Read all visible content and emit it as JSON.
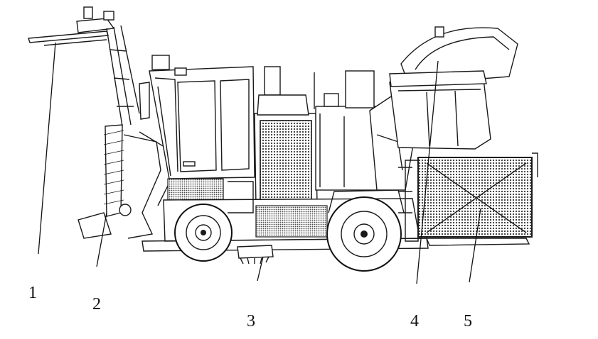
{
  "figure": {
    "callouts": [
      {
        "id": "1",
        "label": "1"
      },
      {
        "id": "2",
        "label": "2"
      },
      {
        "id": "3",
        "label": "3"
      },
      {
        "id": "4",
        "label": "4"
      },
      {
        "id": "5",
        "label": "5"
      }
    ]
  },
  "colors": {
    "line": "#1a1a1a",
    "background": "#ffffff"
  }
}
